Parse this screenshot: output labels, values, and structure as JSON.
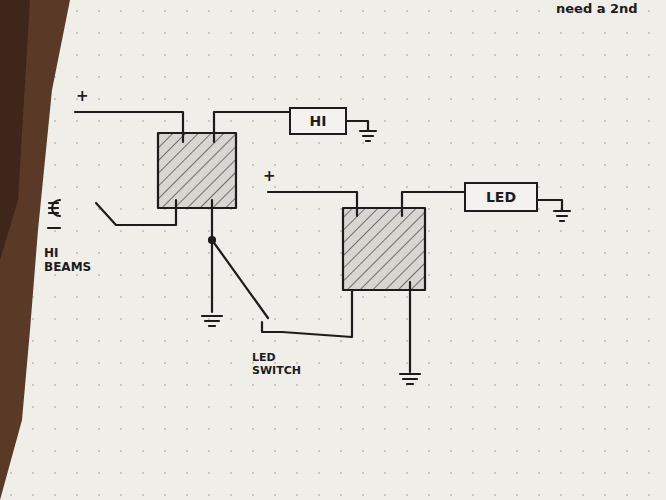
{
  "diagram": {
    "nodes": [
      {
        "text": [
          "HI"
        ]
      },
      {
        "text": [
          "LED"
        ]
      }
    ],
    "labels": [
      "+",
      "+",
      "HI BEAMS",
      "LED SWITCH",
      "need a 2nd"
    ]
  }
}
